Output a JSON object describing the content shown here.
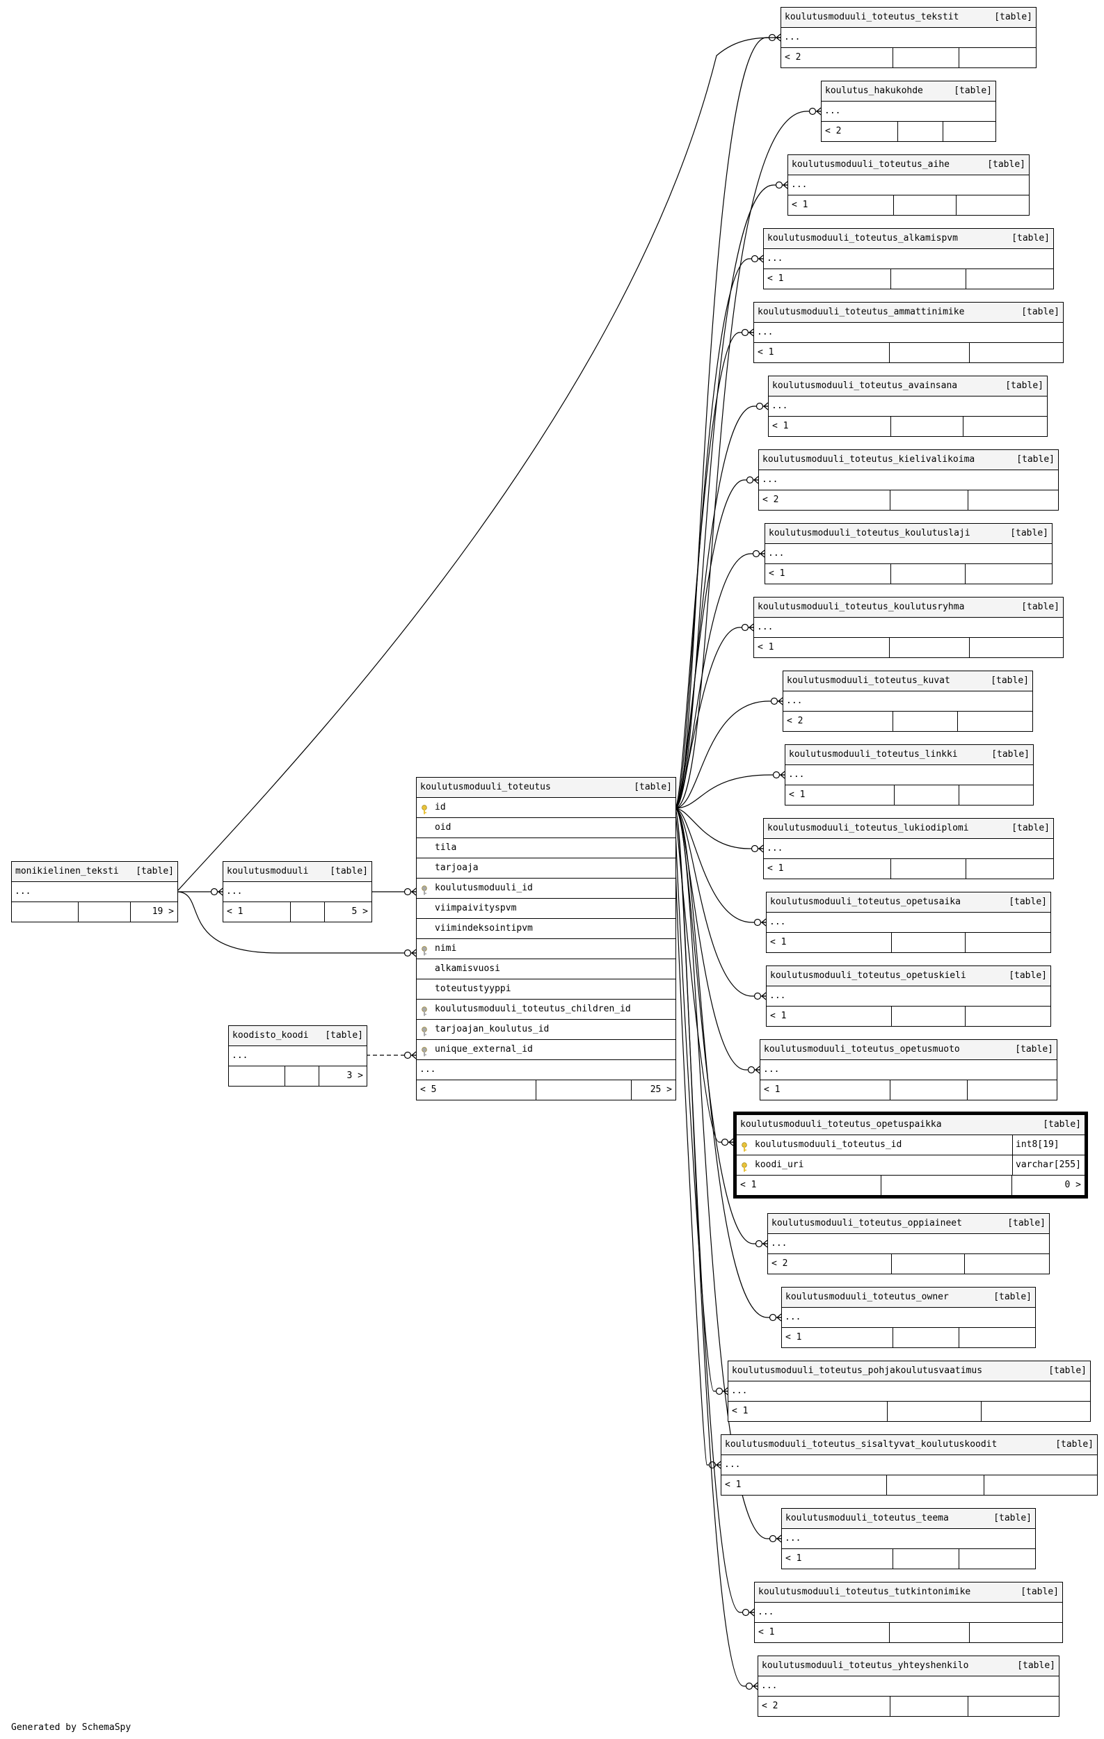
{
  "footer": "Generated by SchemaSpy",
  "table_tag": "[table]",
  "tables": [
    {
      "id": "monikielinen_teksti",
      "name": "monikielinen_teksti",
      "rows": [
        "..."
      ],
      "footer": [
        "",
        "",
        "19 >"
      ]
    },
    {
      "id": "koulutusmoduuli",
      "name": "koulutusmoduuli",
      "rows": [
        "..."
      ],
      "footer": [
        "< 1",
        "",
        "5 >"
      ]
    },
    {
      "id": "koodisto_koodi",
      "name": "koodisto_koodi",
      "rows": [
        "..."
      ],
      "footer": [
        "",
        "",
        "3 >"
      ]
    },
    {
      "id": "koulutusmoduuli_toteutus",
      "name": "koulutusmoduuli_toteutus",
      "columns": [
        {
          "name": "id",
          "key": "primary"
        },
        {
          "name": "oid",
          "key": ""
        },
        {
          "name": "tila",
          "key": ""
        },
        {
          "name": "tarjoaja",
          "key": ""
        },
        {
          "name": "koulutusmoduuli_id",
          "key": "foreign"
        },
        {
          "name": "viimpaivityspvm",
          "key": ""
        },
        {
          "name": "viimindeksointipvm",
          "key": ""
        },
        {
          "name": "nimi",
          "key": "foreign"
        },
        {
          "name": "alkamisvuosi",
          "key": ""
        },
        {
          "name": "toteutustyyppi",
          "key": ""
        },
        {
          "name": "koulutusmoduuli_toteutus_children_id",
          "key": "foreign"
        },
        {
          "name": "tarjoajan_koulutus_id",
          "key": "foreign"
        },
        {
          "name": "unique_external_id",
          "key": "foreign"
        }
      ],
      "rows": [
        "..."
      ],
      "footer": [
        "< 5",
        "",
        "25 >"
      ]
    },
    {
      "id": "t_tekstit",
      "name": "koulutusmoduuli_toteutus_tekstit",
      "rows": [
        "..."
      ],
      "footer": [
        "< 2",
        "",
        ""
      ]
    },
    {
      "id": "t_hakukohde",
      "name": "koulutus_hakukohde",
      "rows": [
        "..."
      ],
      "footer": [
        "< 2",
        "",
        ""
      ]
    },
    {
      "id": "t_aihe",
      "name": "koulutusmoduuli_toteutus_aihe",
      "rows": [
        "..."
      ],
      "footer": [
        "< 1",
        "",
        ""
      ]
    },
    {
      "id": "t_alkamispvm",
      "name": "koulutusmoduuli_toteutus_alkamispvm",
      "rows": [
        "..."
      ],
      "footer": [
        "< 1",
        "",
        ""
      ]
    },
    {
      "id": "t_ammattinimike",
      "name": "koulutusmoduuli_toteutus_ammattinimike",
      "rows": [
        "..."
      ],
      "footer": [
        "< 1",
        "",
        ""
      ]
    },
    {
      "id": "t_avainsana",
      "name": "koulutusmoduuli_toteutus_avainsana",
      "rows": [
        "..."
      ],
      "footer": [
        "< 1",
        "",
        ""
      ]
    },
    {
      "id": "t_kielivalikoima",
      "name": "koulutusmoduuli_toteutus_kielivalikoima",
      "rows": [
        "..."
      ],
      "footer": [
        "< 2",
        "",
        ""
      ]
    },
    {
      "id": "t_koulutuslaji",
      "name": "koulutusmoduuli_toteutus_koulutuslaji",
      "rows": [
        "..."
      ],
      "footer": [
        "< 1",
        "",
        ""
      ]
    },
    {
      "id": "t_koulutusryhma",
      "name": "koulutusmoduuli_toteutus_koulutusryhma",
      "rows": [
        "..."
      ],
      "footer": [
        "< 1",
        "",
        ""
      ]
    },
    {
      "id": "t_kuvat",
      "name": "koulutusmoduuli_toteutus_kuvat",
      "rows": [
        "..."
      ],
      "footer": [
        "< 2",
        "",
        ""
      ]
    },
    {
      "id": "t_linkki",
      "name": "koulutusmoduuli_toteutus_linkki",
      "rows": [
        "..."
      ],
      "footer": [
        "< 1",
        "",
        ""
      ]
    },
    {
      "id": "t_lukiodiplomi",
      "name": "koulutusmoduuli_toteutus_lukiodiplomi",
      "rows": [
        "..."
      ],
      "footer": [
        "< 1",
        "",
        ""
      ]
    },
    {
      "id": "t_opetusaika",
      "name": "koulutusmoduuli_toteutus_opetusaika",
      "rows": [
        "..."
      ],
      "footer": [
        "< 1",
        "",
        ""
      ]
    },
    {
      "id": "t_opetuskieli",
      "name": "koulutusmoduuli_toteutus_opetuskieli",
      "rows": [
        "..."
      ],
      "footer": [
        "< 1",
        "",
        ""
      ]
    },
    {
      "id": "t_opetusmuoto",
      "name": "koulutusmoduuli_toteutus_opetusmuoto",
      "rows": [
        "..."
      ],
      "footer": [
        "< 1",
        "",
        ""
      ]
    },
    {
      "id": "t_opetuspaikka",
      "name": "koulutusmoduuli_toteutus_opetuspaikka",
      "highlight": true,
      "columns": [
        {
          "name": "koulutusmoduuli_toteutus_id",
          "key": "primary",
          "type": "int8[19]"
        },
        {
          "name": "koodi_uri",
          "key": "primary",
          "type": "varchar[255]"
        }
      ],
      "footer": [
        "< 1",
        "",
        "0 >"
      ]
    },
    {
      "id": "t_oppiaineet",
      "name": "koulutusmoduuli_toteutus_oppiaineet",
      "rows": [
        "..."
      ],
      "footer": [
        "< 2",
        "",
        ""
      ]
    },
    {
      "id": "t_owner",
      "name": "koulutusmoduuli_toteutus_owner",
      "rows": [
        "..."
      ],
      "footer": [
        "< 1",
        "",
        ""
      ]
    },
    {
      "id": "t_pohjakoulutusvaatimus",
      "name": "koulutusmoduuli_toteutus_pohjakoulutusvaatimus",
      "rows": [
        "..."
      ],
      "footer": [
        "< 1",
        "",
        ""
      ]
    },
    {
      "id": "t_sisaltyvat",
      "name": "koulutusmoduuli_toteutus_sisaltyvat_koulutuskoodit",
      "rows": [
        "..."
      ],
      "footer": [
        "< 1",
        "",
        ""
      ]
    },
    {
      "id": "t_teema",
      "name": "koulutusmoduuli_toteutus_teema",
      "rows": [
        "..."
      ],
      "footer": [
        "< 1",
        "",
        ""
      ]
    },
    {
      "id": "t_tutkintonimike",
      "name": "koulutusmoduuli_toteutus_tutkintonimike",
      "rows": [
        "..."
      ],
      "footer": [
        "< 1",
        "",
        ""
      ]
    },
    {
      "id": "t_yhteyshenkilo",
      "name": "koulutusmoduuli_toteutus_yhteyshenkilo",
      "rows": [
        "..."
      ],
      "footer": [
        "< 2",
        "",
        ""
      ]
    }
  ],
  "relationships": [
    {
      "from": "koulutusmoduuli",
      "to": "monikielinen_teksti",
      "style": "solid"
    },
    {
      "from": "koulutusmoduuli_toteutus.koulutusmoduuli_id",
      "to": "koulutusmoduuli",
      "style": "solid"
    },
    {
      "from": "koulutusmoduuli_toteutus.nimi",
      "to": "monikielinen_teksti",
      "style": "solid"
    },
    {
      "from": "koulutusmoduuli_toteutus.unique_external_id",
      "to": "koodisto_koodi",
      "style": "dashed"
    },
    {
      "from": "t_tekstit",
      "to": "monikielinen_teksti",
      "style": "solid"
    }
  ]
}
